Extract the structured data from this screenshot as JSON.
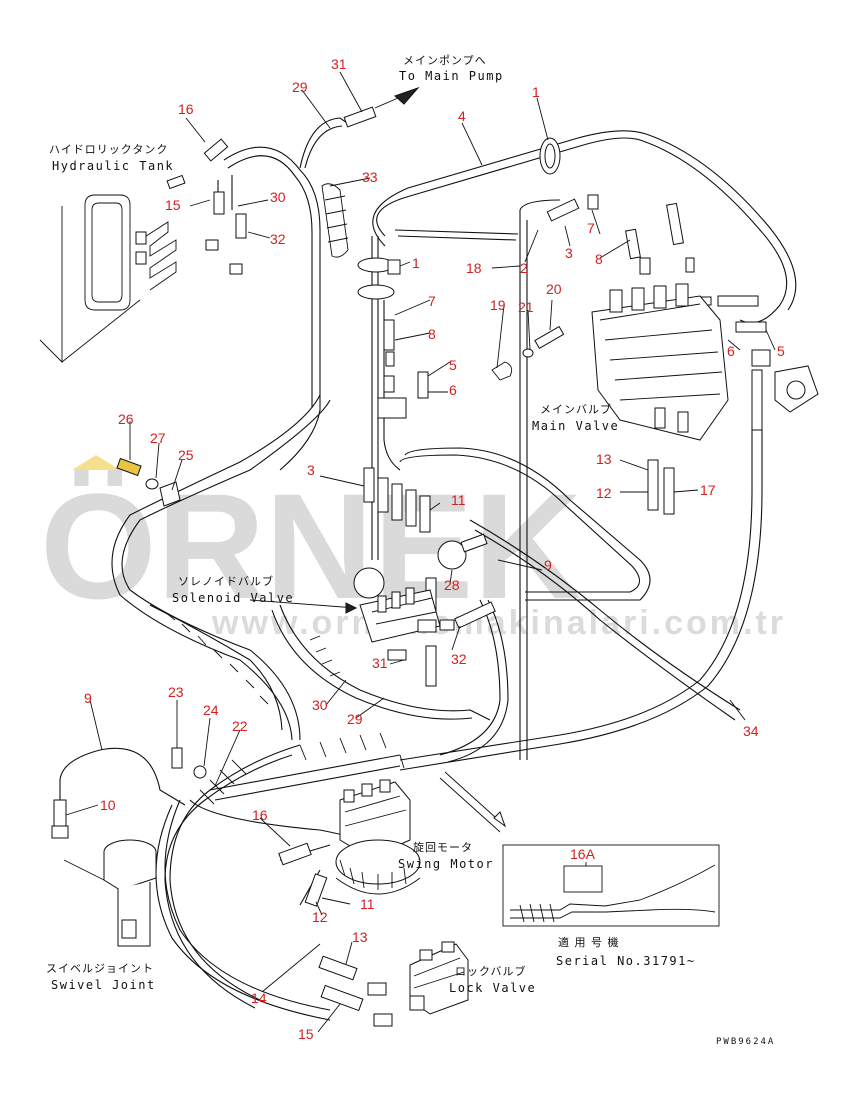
{
  "labels": {
    "main_pump_jp": "メインポンプへ",
    "main_pump_en": "To Main Pump",
    "hydraulic_tank_jp": "ハイドロリックタンク",
    "hydraulic_tank_en": "Hydraulic Tank",
    "main_valve_jp": "メインバルブ",
    "main_valve_en": "Main Valve",
    "solenoid_valve_jp": "ソレノイドバルブ",
    "solenoid_valve_en": "Solenoid Valve",
    "swing_motor_jp": "旋回モータ",
    "swing_motor_en": "Swing Motor",
    "swivel_joint_jp": "スイベルジョイント",
    "swivel_joint_en": "Swivel Joint",
    "lock_valve_jp": "ロックバルブ",
    "lock_valve_en": "Lock Valve",
    "serial_jp": "適 用 号 機",
    "serial_en": "Serial No.31791~",
    "drawing_code": "PWB9624A"
  },
  "callouts": {
    "c31a": "31",
    "c29a": "29",
    "c4": "4",
    "c1a": "1",
    "c16a": "16",
    "c33": "33",
    "c15a": "15",
    "c30a": "30",
    "c32a": "32",
    "c1b": "1",
    "c18": "18",
    "c2": "2",
    "c3a": "3",
    "c7a": "7",
    "c8a": "8",
    "c7b": "7",
    "c8b": "8",
    "c19": "19",
    "c21": "21",
    "c20": "20",
    "c6a": "6",
    "c5a": "5",
    "c5b": "5",
    "c6b": "6",
    "c26": "26",
    "c27": "27",
    "c25": "25",
    "c3b": "3",
    "c11a": "11",
    "c13a": "13",
    "c12a": "12",
    "c17": "17",
    "c9a": "9",
    "c28": "28",
    "c31b": "31",
    "c32b": "32",
    "c30b": "30",
    "c29b": "29",
    "c34": "34",
    "c9b": "9",
    "c23": "23",
    "c24": "24",
    "c22": "22",
    "c10": "10",
    "c16b": "16",
    "c11b": "11",
    "c12b": "12",
    "c13b": "13",
    "c14": "14",
    "c15b": "15",
    "c16A": "16A"
  },
  "watermark": {
    "brand": "ÖRNEK",
    "site": "www.ornekismakinalari.com.tr"
  }
}
